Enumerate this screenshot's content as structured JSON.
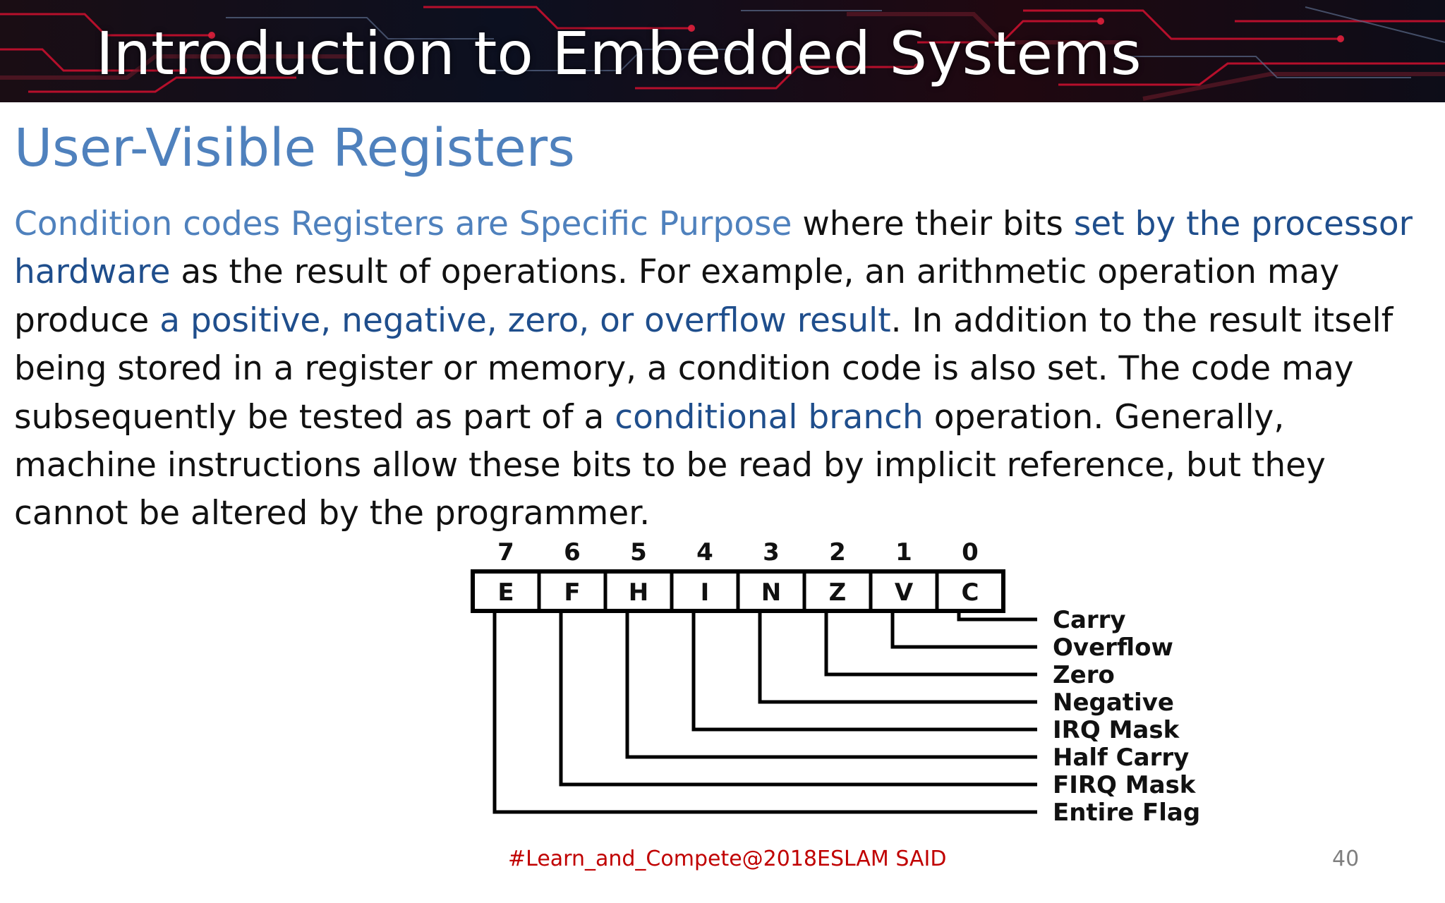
{
  "banner": {
    "title": "Introduction to Embedded Systems"
  },
  "slide": {
    "title": "User-Visible Registers",
    "paragraph": [
      {
        "text": "Condition codes Registers are Specific Purpose",
        "style": "hl-light"
      },
      {
        "text": " where their bits ",
        "style": "plain"
      },
      {
        "text": "set by the processor hardware",
        "style": "hl-dark"
      },
      {
        "text": " as the result of operations. For example, an arithmetic operation may produce ",
        "style": "plain"
      },
      {
        "text": "a positive, negative, zero, or overflow result",
        "style": "hl-dark"
      },
      {
        "text": ". In addition to the result itself being stored in a register or memory, a condition code is also set. The code may subsequently be tested as part of a ",
        "style": "plain"
      },
      {
        "text": "conditional branch",
        "style": "hl-dark"
      },
      {
        "text": " operation. Generally, machine instructions allow these bits to be read by implicit reference, but they cannot be altered by the programmer.",
        "style": "plain"
      }
    ]
  },
  "register_diagram": {
    "bits": [
      {
        "index": "7",
        "flag": "E",
        "label": "Entire Flag"
      },
      {
        "index": "6",
        "flag": "F",
        "label": "FIRQ Mask"
      },
      {
        "index": "5",
        "flag": "H",
        "label": "Half Carry"
      },
      {
        "index": "4",
        "flag": "I",
        "label": "IRQ Mask"
      },
      {
        "index": "3",
        "flag": "N",
        "label": "Negative"
      },
      {
        "index": "2",
        "flag": "Z",
        "label": "Zero"
      },
      {
        "index": "1",
        "flag": "V",
        "label": "Overflow"
      },
      {
        "index": "0",
        "flag": "C",
        "label": "Carry"
      }
    ]
  },
  "footer": {
    "tag": "#Learn_and_Compete@2018",
    "author": "ESLAM SAID",
    "page_number": "40"
  },
  "colors": {
    "title_blue": "#4f81bd",
    "highlight_dark_blue": "#1f4e8c",
    "footer_red": "#c00000",
    "page_number_gray": "#7f7f7f"
  }
}
